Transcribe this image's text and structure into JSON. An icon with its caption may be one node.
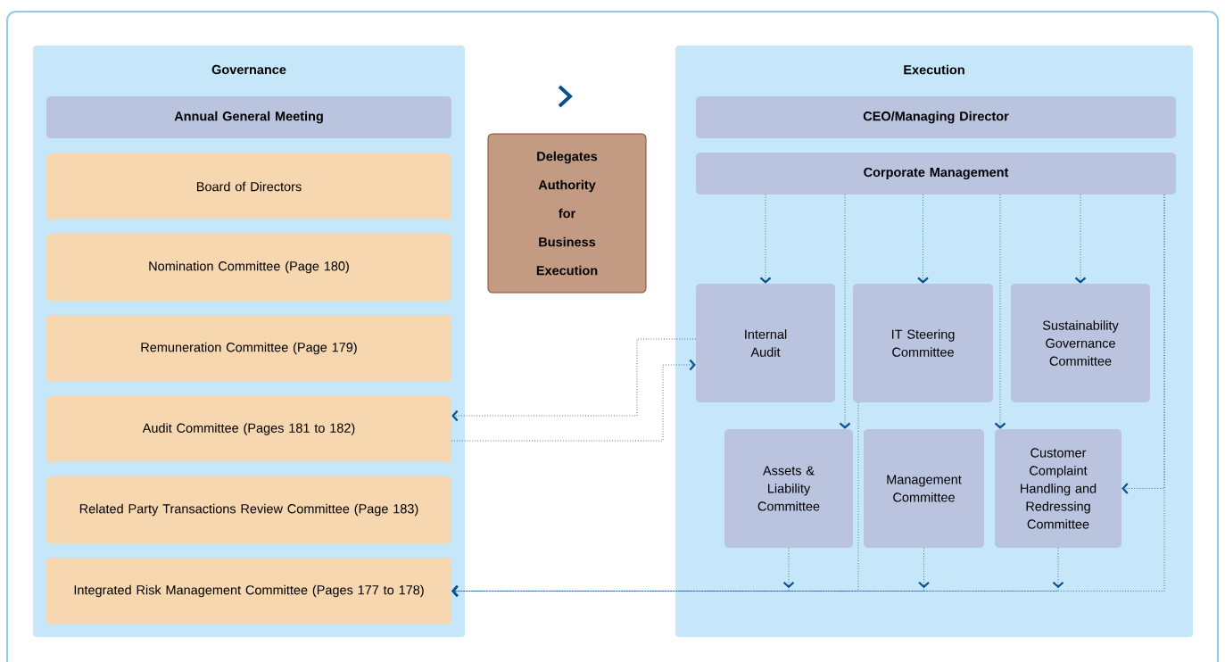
{
  "diagram": {
    "nodes": [
      {
        "text": [
          "Governance"
        ]
      },
      {
        "text": [
          "Annual General Meeting"
        ],
        "in": 0
      },
      {
        "text": [
          "Board of Directors"
        ],
        "in": 0
      },
      {
        "text": [
          "Nomination Committee (Page 180)"
        ],
        "in": 0
      },
      {
        "text": [
          "Remuneration Committee (Page 179)"
        ],
        "in": 0
      },
      {
        "text": [
          "Audit Committee (Pages 181 to 182)"
        ],
        "in": 0
      },
      {
        "text": [
          "Related Party Transactions Review Committee (Page 183)"
        ],
        "in": 0
      },
      {
        "text": [
          "Integrated Risk Management Committee (Pages 177 to 178)"
        ],
        "in": 0
      },
      {
        "text": [
          "Delegates Authority for Business Execution"
        ]
      },
      {
        "text": [
          "Execution"
        ]
      },
      {
        "text": [
          "CEO/Managing Director"
        ],
        "in": 9
      },
      {
        "text": [
          "Corporate Management"
        ],
        "in": 9
      },
      {
        "text": [
          "Internal Audit"
        ],
        "in": 9
      },
      {
        "text": [
          "IT Steering Committee"
        ],
        "in": 9
      },
      {
        "text": [
          "Sustainability Governance Committee"
        ],
        "in": 9
      },
      {
        "text": [
          "Assets & Liability Committee"
        ],
        "in": 9
      },
      {
        "text": [
          "Management Committee"
        ],
        "in": 9
      },
      {
        "text": [
          "Customer Complaint Handling and Redressing Committee"
        ],
        "in": 9
      }
    ],
    "edges": [
      {
        "from": 11,
        "to": 12,
        "arrow": "to"
      },
      {
        "from": 11,
        "to": 13,
        "arrow": "to"
      },
      {
        "from": 11,
        "to": 14,
        "arrow": "to"
      },
      {
        "from": 11,
        "to": 15,
        "arrow": "to"
      },
      {
        "from": 11,
        "to": 17,
        "arrow": "to"
      },
      {
        "from": 11,
        "to": 17,
        "arrow": "to"
      },
      {
        "from": 11,
        "to": 7,
        "arrow": "to"
      },
      {
        "from": 12,
        "to": 5,
        "arrow": "to"
      },
      {
        "from": 5,
        "to": 12,
        "arrow": "to"
      },
      {
        "from": 15,
        "to": 7,
        "arrow": "to"
      },
      {
        "from": 16,
        "to": 7,
        "arrow": "to"
      },
      {
        "from": 17,
        "to": 7,
        "arrow": "to"
      },
      {
        "from": 13,
        "to": 7,
        "arrow": "to"
      }
    ]
  }
}
